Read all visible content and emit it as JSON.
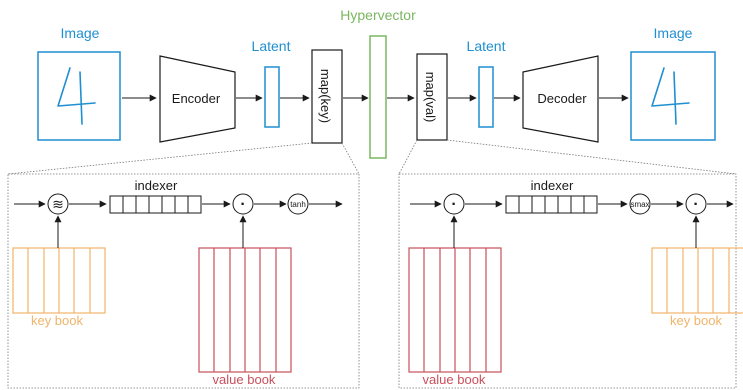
{
  "colors": {
    "blue": "#1f8fd1",
    "green": "#7bb661",
    "orange": "#f0b46a",
    "red": "#c9505c",
    "black": "#1a1a1a",
    "gray": "#777777"
  },
  "top": {
    "image_left_label": "Image",
    "image_right_label": "Image",
    "latent_left_label": "Latent",
    "latent_right_label": "Latent",
    "hypervector_label": "Hypervector",
    "encoder_label": "Encoder",
    "decoder_label": "Decoder",
    "map_key_label": "map(key)",
    "map_val_label": "map(val)",
    "digit_drawn": "4"
  },
  "left_panel": {
    "similarity_symbol": "≋",
    "indexer_label": "indexer",
    "dot_symbol": "·",
    "tanh_label": "tanh",
    "key_book_label": "key book",
    "value_book_label": "value book"
  },
  "right_panel": {
    "dot_symbol_1": "·",
    "indexer_label": "indexer",
    "smax_label": "smax",
    "dot_symbol_2": "·",
    "value_book_label": "value book",
    "key_book_label": "key book"
  }
}
